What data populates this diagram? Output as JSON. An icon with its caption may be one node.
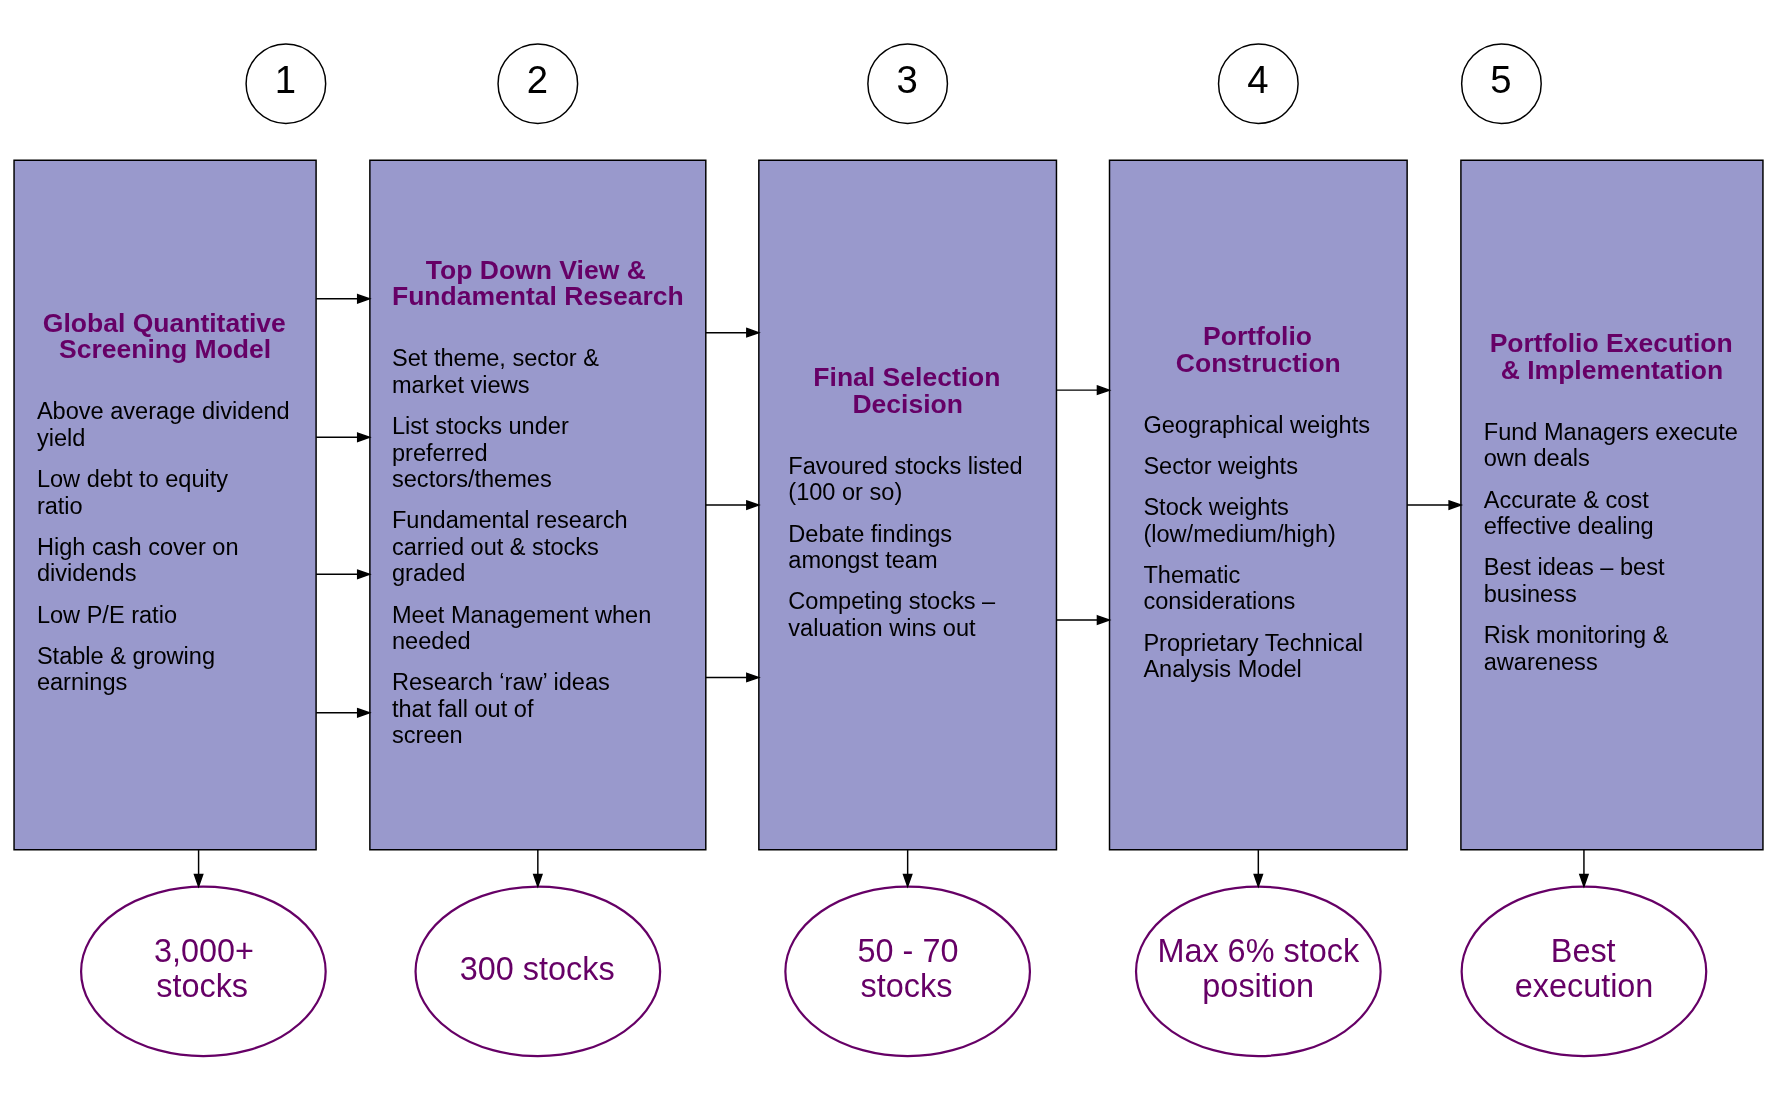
{
  "diagram": {
    "nodes": [
      {
        "text": [
          "1"
        ]
      },
      {
        "text": [
          "2"
        ]
      },
      {
        "text": [
          "3"
        ]
      },
      {
        "text": [
          "4"
        ]
      },
      {
        "text": [
          "5"
        ]
      },
      {
        "text": [
          "Global Quantitative Screening Model",
          "Above average dividend yield",
          "Low debt to equity ratio",
          "High cash cover on dividends",
          "Low P/E ratio",
          "Stable & growing earnings"
        ]
      },
      {
        "text": [
          "Top Down View & Fundamental Research",
          "Set theme, sector & market views",
          "List stocks under preferred sectors/themes",
          "Fundamental research carried out & stocks graded",
          "Meet Management when needed",
          "Research ‘raw’ ideas that fall out of screen"
        ]
      },
      {
        "text": [
          "Final Selection Decision",
          "Favoured stocks listed (100 or so)",
          "Debate findings amongst team",
          "Competing stocks – valuation wins out"
        ]
      },
      {
        "text": [
          "Portfolio Construction",
          "Geographical weights",
          "Sector weights",
          "Stock weights (low/medium/high)",
          "Thematic considerations",
          "Proprietary Technical Analysis Model"
        ]
      },
      {
        "text": [
          "Portfolio Execution & Implementation",
          "Fund Managers execute own deals",
          "Accurate & cost effective dealing",
          "Best ideas – best business",
          "Risk monitoring & awareness"
        ]
      },
      {
        "text": [
          "3,000+ stocks"
        ]
      },
      {
        "text": [
          "300 stocks"
        ]
      },
      {
        "text": [
          "50 - 70 stocks"
        ]
      },
      {
        "text": [
          "Max 6% stock position"
        ]
      },
      {
        "text": [
          "Best execution"
        ]
      }
    ],
    "edges": [
      {
        "from": 5,
        "to": 6,
        "arrow": "to"
      },
      {
        "from": 5,
        "to": 6,
        "arrow": "to"
      },
      {
        "from": 5,
        "to": 6,
        "arrow": "to"
      },
      {
        "from": 5,
        "to": 6,
        "arrow": "to"
      },
      {
        "from": 6,
        "to": 7,
        "arrow": "to"
      },
      {
        "from": 6,
        "to": 7,
        "arrow": "to"
      },
      {
        "from": 6,
        "to": 7,
        "arrow": "to"
      },
      {
        "from": 7,
        "to": 8,
        "arrow": "to"
      },
      {
        "from": 7,
        "to": 8,
        "arrow": "to"
      },
      {
        "from": 8,
        "to": 9,
        "arrow": "to"
      },
      {
        "from": 5,
        "to": 10,
        "arrow": "to"
      },
      {
        "from": 6,
        "to": 11,
        "arrow": "to"
      },
      {
        "from": 7,
        "to": 12,
        "arrow": "to"
      },
      {
        "from": 8,
        "to": 13,
        "arrow": "to"
      },
      {
        "from": 9,
        "to": 14,
        "arrow": "to"
      }
    ]
  }
}
